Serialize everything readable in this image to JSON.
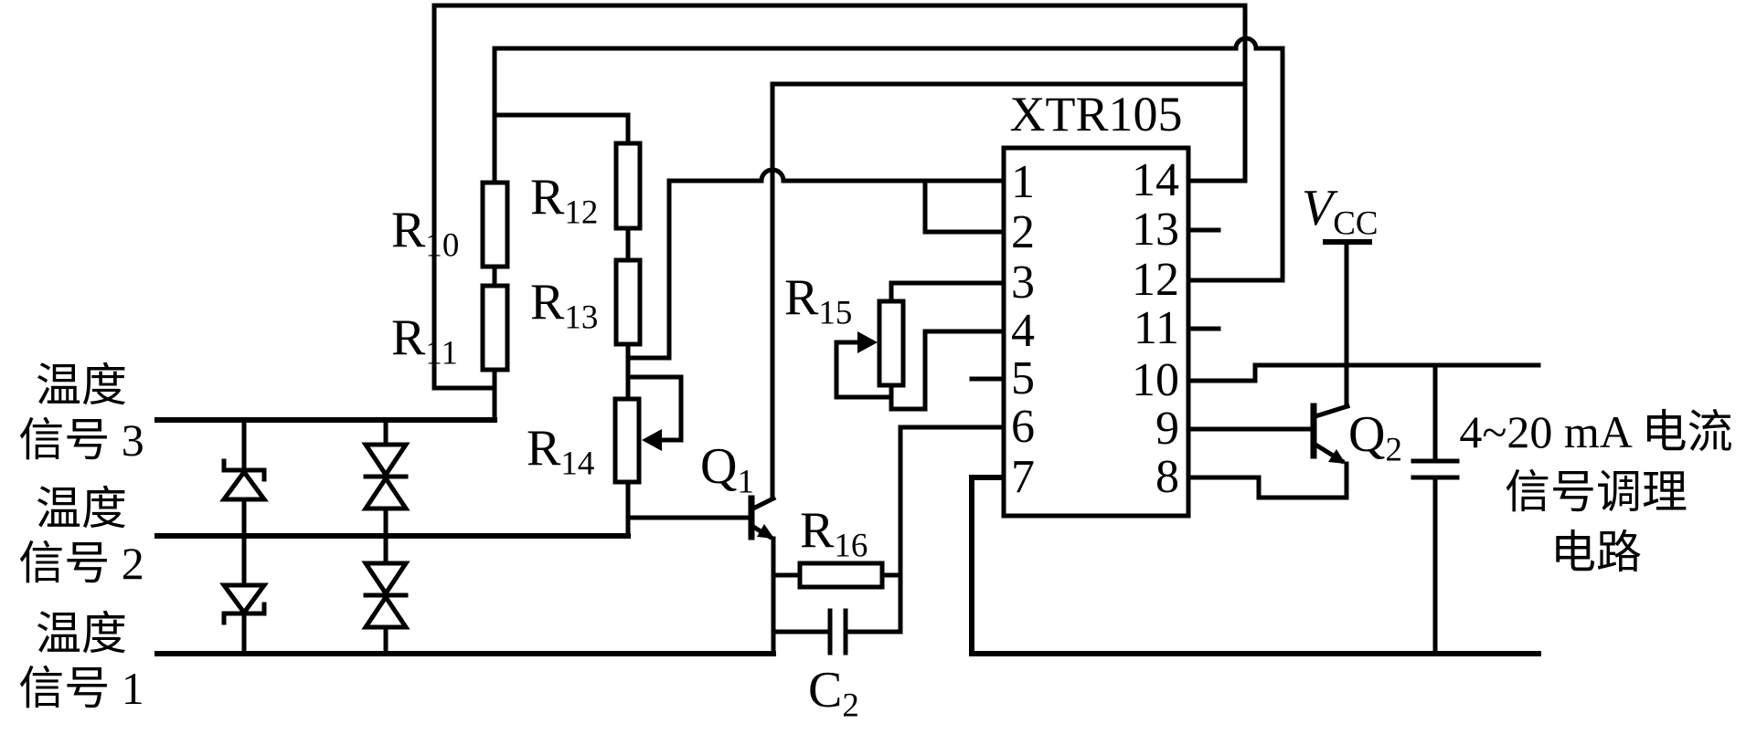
{
  "colors": {
    "ink": "#000000",
    "background": "#ffffff"
  },
  "chip": {
    "title": "XTR105",
    "left_pins": [
      "1",
      "2",
      "3",
      "4",
      "5",
      "6",
      "7"
    ],
    "right_pins": [
      "14",
      "13",
      "12",
      "11",
      "10",
      "9",
      "8"
    ]
  },
  "components": {
    "r10": {
      "base": "R",
      "sub": "10"
    },
    "r11": {
      "base": "R",
      "sub": "11"
    },
    "r12": {
      "base": "R",
      "sub": "12"
    },
    "r13": {
      "base": "R",
      "sub": "13"
    },
    "r14": {
      "base": "R",
      "sub": "14"
    },
    "r15": {
      "base": "R",
      "sub": "15"
    },
    "r16": {
      "base": "R",
      "sub": "16"
    },
    "c2": {
      "base": "C",
      "sub": "2"
    },
    "q1": {
      "base": "Q",
      "sub": "1"
    },
    "q2": {
      "base": "Q",
      "sub": "2"
    },
    "vcc": {
      "base": "V",
      "sub": "CC"
    }
  },
  "inputs": [
    {
      "row1": "温度",
      "row2": "信号 3"
    },
    {
      "row1": "温度",
      "row2": "信号 2"
    },
    {
      "row1": "温度",
      "row2": "信号 1"
    }
  ],
  "output": {
    "row1": "4~20 mA 电流",
    "row2": "信号调理",
    "row3": "电路"
  }
}
